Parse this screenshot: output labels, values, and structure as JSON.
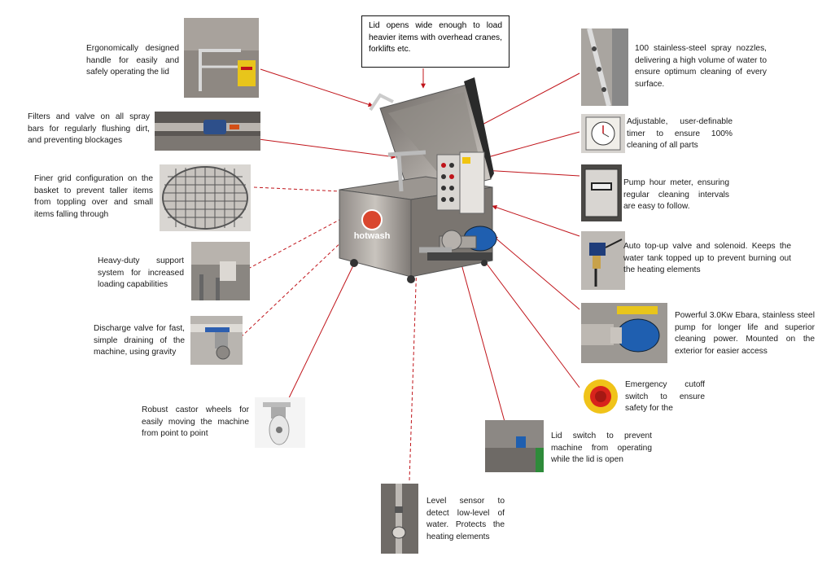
{
  "brand": {
    "name": "hotwash"
  },
  "labels": {
    "handle": "Ergonomically designed handle for easily and safely operating the lid",
    "filters": "Filters and valve on all spray bars for regularly  flushing dirt, and preventing blockages",
    "grid": "Finer grid configuration  on the basket to prevent taller items from toppling over and small items falling through",
    "support": "Heavy-duty support system for increased loading capabilities",
    "discharge": "Discharge valve for fast, simple draining of the machine, using gravity",
    "castor": "Robust castor wheels for easily moving the machine from point to point",
    "lid": "Lid opens wide enough to load heavier items with overhead cranes, forklifts etc.",
    "nozzles": "100 stainless-steel spray nozzles, delivering a high volume of water to ensure optimum cleaning of every surface.",
    "timer": "Adjustable, user-definable timer to ensure 100% cleaning of all parts",
    "meter": "Pump hour meter, ensuring regular cleaning intervals are easy to follow.",
    "topup": "Auto top-up valve and solenoid. Keeps the water tank topped up to prevent burning out the heating elements",
    "pump": "Powerful 3.0Kw Ebara, stainless steel pump for longer life and superior cleaning power. Mounted on the exterior for easier access",
    "emergency": "Emergency cutoff switch to ensure safety for the",
    "lidswitch": "Lid switch to prevent machine from operating while the lid is open",
    "level": "Level sensor to detect low-level of water. Protects the heating elements"
  },
  "colors": {
    "arrow": "#c0141a",
    "steel": "#b9b4ae",
    "pump_blue": "#1f5fb0",
    "emergency_red": "#d8231c"
  }
}
